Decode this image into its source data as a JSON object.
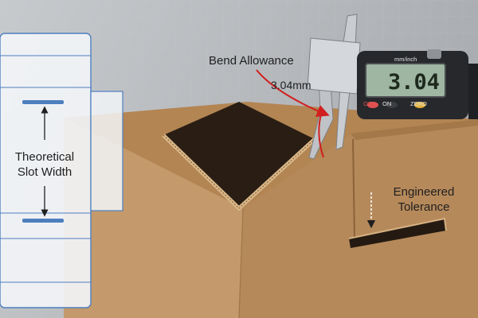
{
  "annotations": {
    "theoretical": [
      "Theoretical",
      "Slot Width"
    ],
    "bend_allowance": "Bend Allowance",
    "measurement": "3.04mm",
    "engineered": [
      "Engineered",
      "Tolerance"
    ]
  },
  "caliper": {
    "display": "3.04",
    "unit_label": "mm/inch",
    "buttons": {
      "off": "OFF",
      "on": "ON",
      "zero": "ZERO"
    }
  },
  "colors": {
    "background": "#b9bcbf",
    "cardboard": "#c49a6c",
    "blueprint_line": "#4d7fbf",
    "arrow": "#d11f1f",
    "lcd": "#9fb6a2"
  }
}
